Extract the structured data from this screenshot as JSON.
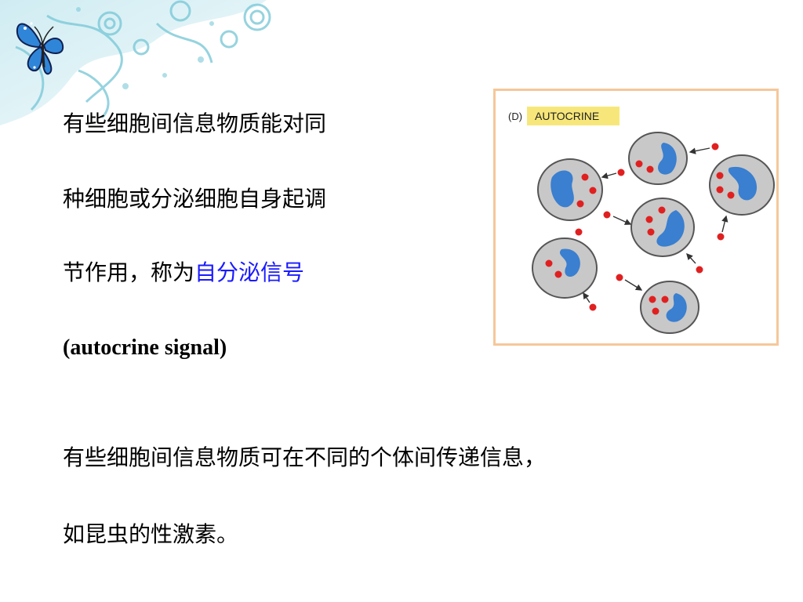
{
  "slide": {
    "line1": "有些细胞间信息物质能对同",
    "line2": "种细胞或分泌细胞自身起调",
    "line3_prefix": "节作用，称为",
    "line3_highlight": "自分泌信号",
    "line4": "(autocrine signal)",
    "line5": "有些细胞间信息物质可在不同的个体间传递信息，",
    "line6": "如昆虫的性激素。"
  },
  "figure": {
    "panel_letter": "(D)",
    "label": "AUTOCRINE"
  },
  "colors": {
    "highlight": "#1a1aff",
    "frame": "#f6c79a",
    "label_bg": "#f7e77a",
    "cell": "#c8c8c8",
    "nucleus": "#3a7fd0",
    "signal": "#e02020"
  }
}
